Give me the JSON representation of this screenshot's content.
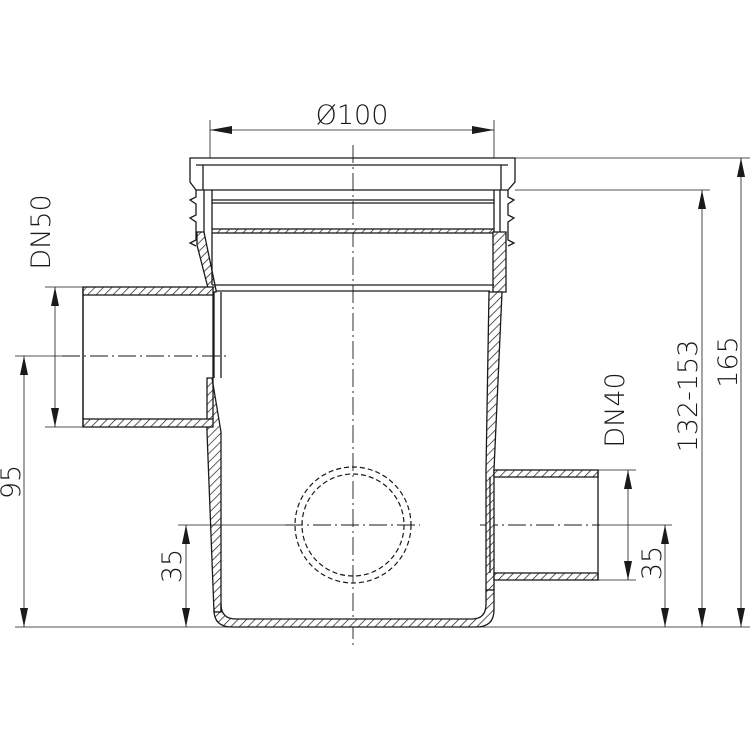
{
  "dimensions": {
    "top_diameter": "Ø100",
    "inlet_left": "DN50",
    "outlet_right": "DN40",
    "height_left_inlet": "95",
    "height_left_low": "35",
    "height_right_outlet": "35",
    "adjust_range": "132-153",
    "overall_height": "165"
  },
  "colors": {
    "line": "#1a1a1a",
    "background": "#ffffff"
  }
}
